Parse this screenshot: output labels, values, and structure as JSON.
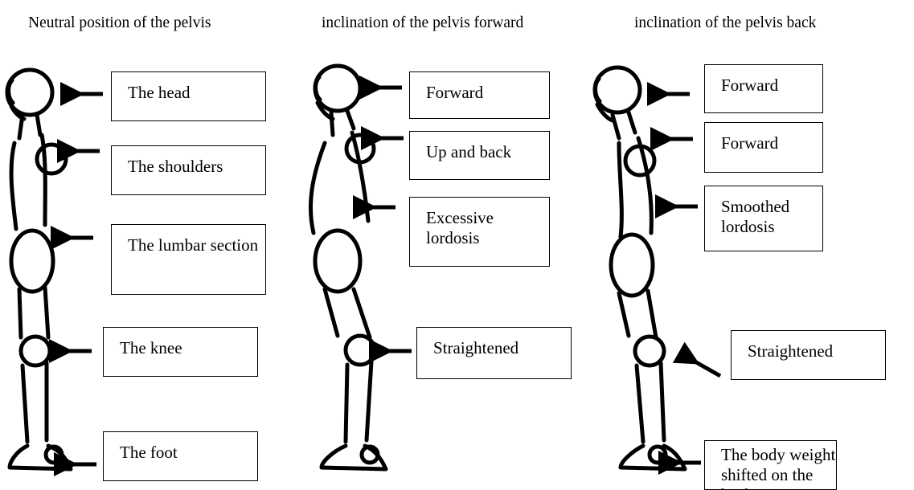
{
  "columns": [
    {
      "title": "Neutral position of the pelvis",
      "labels": [
        "The head",
        "The shoulders",
        "The lumbar section",
        "The knee",
        "The foot"
      ]
    },
    {
      "title": "inclination of the pelvis forward",
      "labels": [
        "Forward",
        "Up and back",
        "Excessive lordosis",
        "Straightened"
      ]
    },
    {
      "title": "inclination of the pelvis back",
      "labels": [
        "Forward",
        "Forward",
        "Smoothed lordosis",
        "Straightened",
        "The body weight shifted on the heels"
      ]
    }
  ]
}
